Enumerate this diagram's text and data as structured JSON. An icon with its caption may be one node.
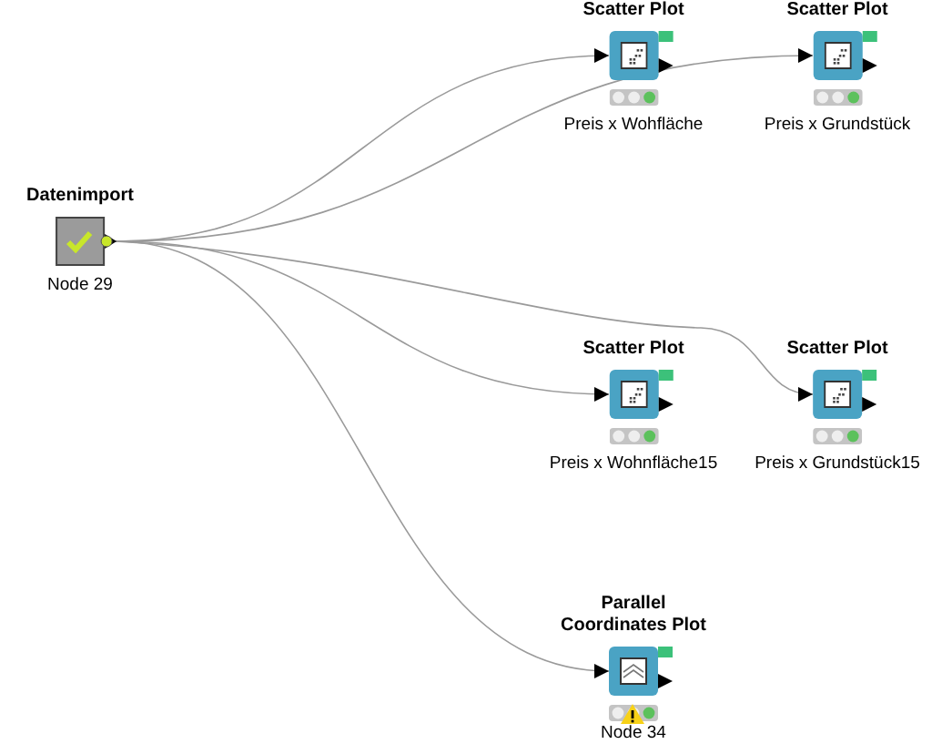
{
  "diagram": {
    "nodes": [
      {
        "text": [
          "Datenimport"
        ],
        "beside": [
          "Node 29"
        ]
      },
      {
        "text": [
          "Scatter Plot"
        ],
        "beside": [
          "Preis x Wohfläche"
        ]
      },
      {
        "text": [
          "Scatter Plot"
        ],
        "beside": [
          "Preis x Grundstück"
        ]
      },
      {
        "text": [
          "Scatter Plot"
        ],
        "beside": [
          "Preis x Wohnfläche15"
        ]
      },
      {
        "text": [
          "Scatter Plot"
        ],
        "beside": [
          "Preis x Grundstück15"
        ]
      },
      {
        "text": [
          "Parallel Coordinates Plot"
        ],
        "beside": [
          "Node 34"
        ]
      }
    ],
    "edges": [
      {
        "from": 0,
        "to": 1,
        "arrow": "to"
      },
      {
        "from": 0,
        "to": 2,
        "arrow": "to"
      },
      {
        "from": 0,
        "to": 3,
        "arrow": "to"
      },
      {
        "from": 0,
        "to": 4,
        "arrow": "to"
      },
      {
        "from": 0,
        "to": 5,
        "arrow": "to"
      }
    ]
  }
}
